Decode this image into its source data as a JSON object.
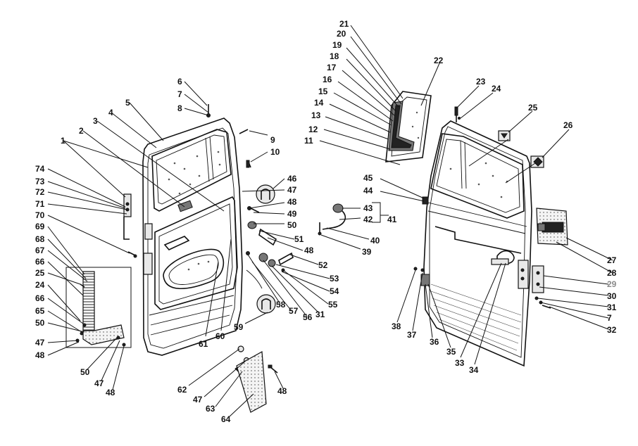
{
  "diagram": {
    "callouts": [
      "1",
      "2",
      "3",
      "4",
      "5",
      "6",
      "7",
      "8",
      "9",
      "10",
      "11",
      "12",
      "13",
      "14",
      "15",
      "16",
      "17",
      "18",
      "19",
      "20",
      "21",
      "22",
      "23",
      "24",
      "25",
      "26",
      "27",
      "28",
      "29",
      "30",
      "31",
      "32",
      "33",
      "34",
      "35",
      "36",
      "37",
      "38",
      "39",
      "40",
      "41",
      "42",
      "43",
      "44",
      "45",
      "46",
      "47",
      "48",
      "49",
      "50",
      "51",
      "52",
      "53",
      "54",
      "55",
      "56",
      "57",
      "58",
      "59",
      "60",
      "61",
      "62",
      "63",
      "64",
      "65",
      "66",
      "67",
      "68",
      "69",
      "70",
      "71",
      "72",
      "73",
      "74"
    ],
    "left_inset_labels": [
      "74",
      "73",
      "72",
      "71",
      "70",
      "69",
      "68",
      "67",
      "66",
      "25",
      "24",
      "66",
      "65",
      "50",
      "47",
      "48",
      "50",
      "47",
      "48"
    ],
    "right_side_labels": [
      "21",
      "20",
      "19",
      "18",
      "17",
      "16",
      "15",
      "14",
      "13",
      "12",
      "11",
      "22",
      "23",
      "24",
      "25",
      "26",
      "45",
      "44",
      "43",
      "42",
      "41",
      "40",
      "39",
      "27",
      "28",
      "29",
      "30",
      "31",
      "7",
      "32",
      "38",
      "37",
      "36",
      "35",
      "33",
      "34"
    ],
    "center_labels": [
      "1",
      "2",
      "3",
      "4",
      "5",
      "6",
      "7",
      "8",
      "9",
      "10",
      "46",
      "47",
      "48",
      "49",
      "50",
      "51",
      "48",
      "52",
      "53",
      "54",
      "55",
      "31",
      "56",
      "57",
      "58",
      "59",
      "60",
      "61",
      "62",
      "47",
      "63",
      "64",
      "48"
    ],
    "muted_label": "29",
    "colors": {
      "ink": "#111111",
      "muted": "#8a8a8a",
      "paper": "#ffffff"
    }
  }
}
